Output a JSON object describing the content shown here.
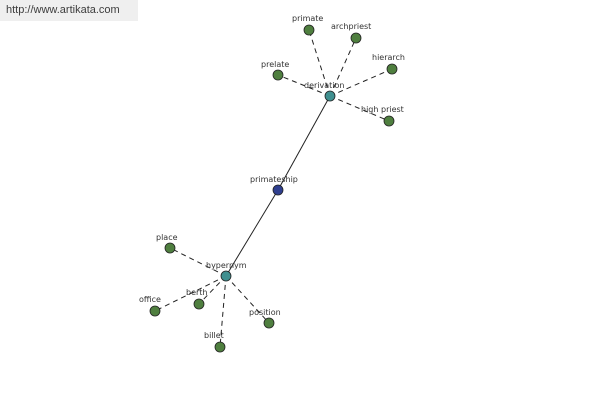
{
  "source_url": "http://www.artikata.com",
  "colors": {
    "center_node": "#2f3f8f",
    "relation_node": "#3f8f8f",
    "leaf_node": "#4f7f3f"
  },
  "nodes": {
    "primateship": {
      "label": "primateship",
      "kind": "center"
    },
    "derivation": {
      "label": "derivation",
      "kind": "relation"
    },
    "hypernym": {
      "label": "hypernym",
      "kind": "relation"
    },
    "primate": {
      "label": "primate",
      "kind": "leaf"
    },
    "archpriest": {
      "label": "archpriest",
      "kind": "leaf"
    },
    "prelate": {
      "label": "prelate",
      "kind": "leaf"
    },
    "hierarch": {
      "label": "hierarch",
      "kind": "leaf"
    },
    "high_priest": {
      "label": "high priest",
      "kind": "leaf"
    },
    "place": {
      "label": "place",
      "kind": "leaf"
    },
    "office": {
      "label": "office",
      "kind": "leaf"
    },
    "berth": {
      "label": "berth",
      "kind": "leaf"
    },
    "billet": {
      "label": "billet",
      "kind": "leaf"
    },
    "position": {
      "label": "position",
      "kind": "leaf"
    }
  },
  "edges": [
    {
      "from": "primateship",
      "to": "derivation",
      "style": "solid"
    },
    {
      "from": "primateship",
      "to": "hypernym",
      "style": "solid"
    },
    {
      "from": "derivation",
      "to": "primate",
      "style": "dashed"
    },
    {
      "from": "derivation",
      "to": "archpriest",
      "style": "dashed"
    },
    {
      "from": "derivation",
      "to": "prelate",
      "style": "dashed"
    },
    {
      "from": "derivation",
      "to": "hierarch",
      "style": "dashed"
    },
    {
      "from": "derivation",
      "to": "high_priest",
      "style": "dashed"
    },
    {
      "from": "hypernym",
      "to": "place",
      "style": "dashed"
    },
    {
      "from": "hypernym",
      "to": "office",
      "style": "dashed"
    },
    {
      "from": "hypernym",
      "to": "berth",
      "style": "dashed"
    },
    {
      "from": "hypernym",
      "to": "billet",
      "style": "dashed"
    },
    {
      "from": "hypernym",
      "to": "position",
      "style": "dashed"
    }
  ]
}
